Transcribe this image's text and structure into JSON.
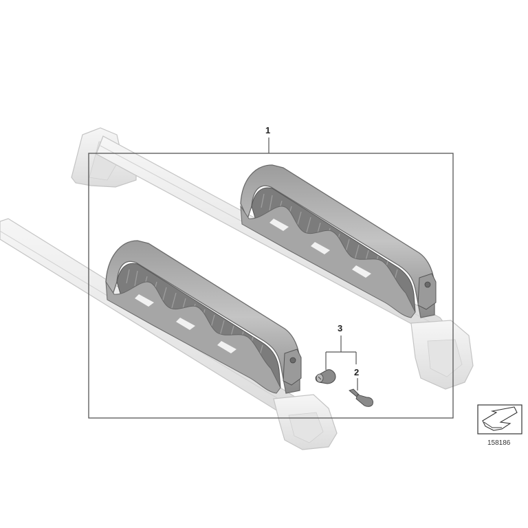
{
  "callouts": {
    "part_1": "1",
    "part_2": "2",
    "part_3": "3"
  },
  "reference_number": "158186",
  "icons": {
    "direction_marker": "arrow-on-plate-icon"
  },
  "colors": {
    "bar_light": "#eeeeee",
    "bar_outline": "#c4c4c4",
    "frame_dark": "#8c8c8c",
    "frame_mid": "#b2b2b2",
    "insert_dark": "#6e6e6e",
    "frame_line": "#555555"
  }
}
